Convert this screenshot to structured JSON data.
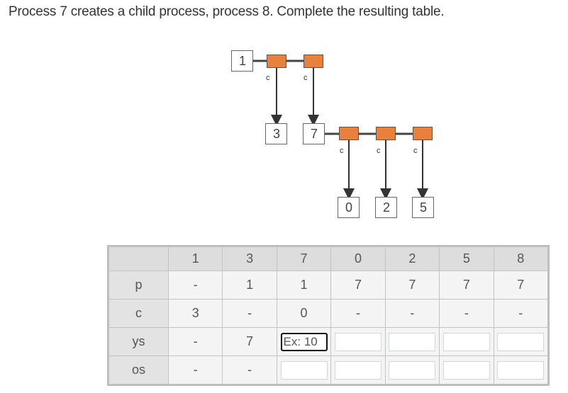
{
  "prompt": "Process 7 creates a child process, process 8. Complete the resulting table.",
  "diagram": {
    "node_color": "#ffffff",
    "block_color": "#e8803e",
    "nodes": [
      {
        "id": "1",
        "label": "1"
      },
      {
        "id": "3",
        "label": "3"
      },
      {
        "id": "7",
        "label": "7"
      },
      {
        "id": "0",
        "label": "0"
      },
      {
        "id": "2",
        "label": "2"
      },
      {
        "id": "5",
        "label": "5"
      }
    ],
    "edge_label": "c",
    "edges": [
      {
        "from": "1",
        "to": "3",
        "label": "c"
      },
      {
        "from": "1",
        "to": "7",
        "label": "c"
      },
      {
        "from": "7",
        "to": "0",
        "label": "c"
      },
      {
        "from": "7",
        "to": "2",
        "label": "c"
      },
      {
        "from": "7",
        "to": "5",
        "label": "c"
      }
    ]
  },
  "table": {
    "columns": [
      "1",
      "3",
      "7",
      "0",
      "2",
      "5",
      "8"
    ],
    "rows": [
      {
        "label": "p",
        "cells": [
          "-",
          "1",
          "1",
          "7",
          "7",
          "7",
          "7"
        ]
      },
      {
        "label": "c",
        "cells": [
          "3",
          "-",
          "0",
          "-",
          "-",
          "-",
          "-"
        ]
      },
      {
        "label": "ys",
        "cells": [
          "-",
          "7",
          "",
          "",
          "",
          "",
          ""
        ]
      },
      {
        "label": "os",
        "cells": [
          "-",
          "-",
          "",
          "",
          "",
          "",
          ""
        ]
      }
    ],
    "input_placeholder": "Ex: 10"
  }
}
